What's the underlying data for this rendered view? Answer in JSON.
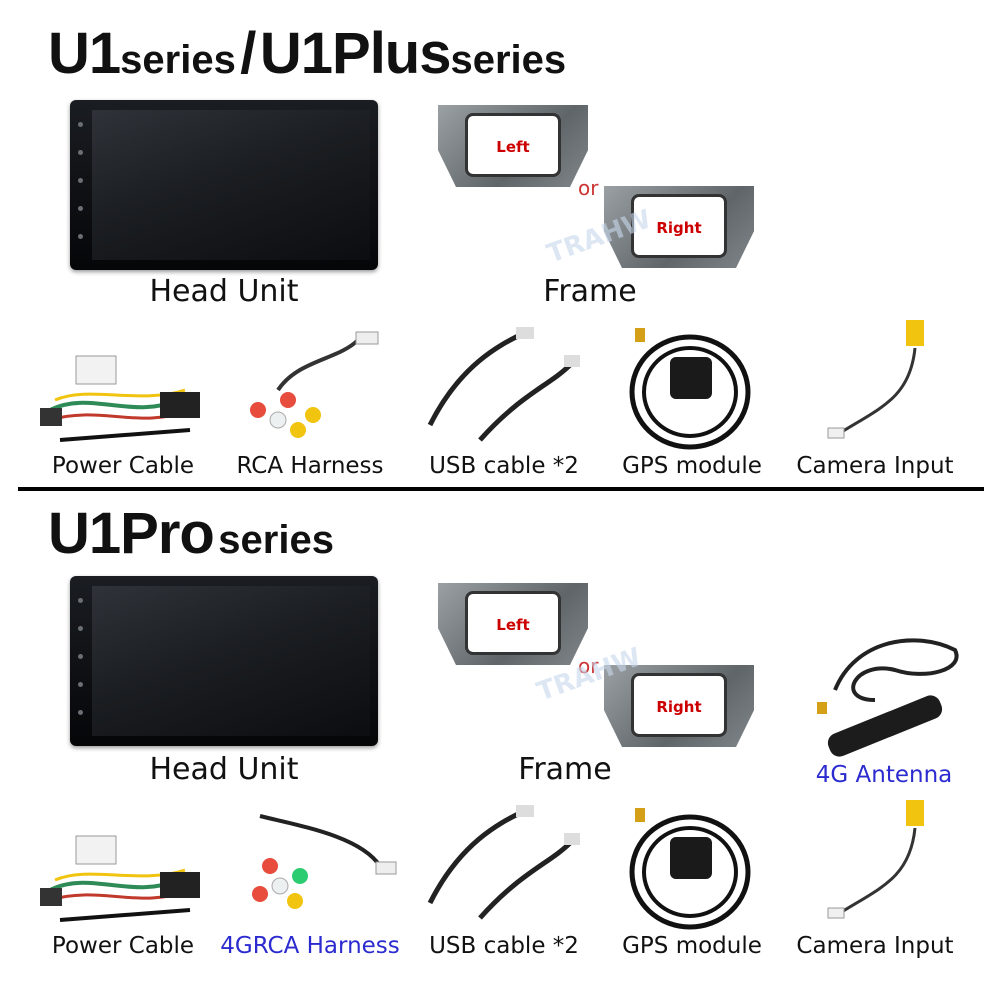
{
  "sections": {
    "top": {
      "title_main_1": "U1",
      "title_sub_1": "series",
      "title_sep": "/",
      "title_main_2": "U1Plus",
      "title_sub_2": "series",
      "head_unit_label": "Head Unit",
      "frame_label": "Frame",
      "frame_left": "Left",
      "frame_or": "or",
      "frame_right": "Right",
      "accessories": [
        "Power Cable",
        "RCA Harness",
        "USB cable *2",
        "GPS module",
        "Camera Input"
      ]
    },
    "bottom": {
      "title_main": "U1Pro",
      "title_sub": "series",
      "head_unit_label": "Head Unit",
      "frame_label": "Frame",
      "frame_left": "Left",
      "frame_or": "or",
      "frame_right": "Right",
      "antenna_label": "4G Antenna",
      "accessories": [
        "Power Cable",
        "4GRCA Harness",
        "USB cable *2",
        "GPS module",
        "Camera Input"
      ]
    }
  },
  "watermark": "TRAHW",
  "colors": {
    "highlight": "#2b2bd0",
    "frame_text": "#cc0000",
    "or_text": "#cc3333"
  }
}
